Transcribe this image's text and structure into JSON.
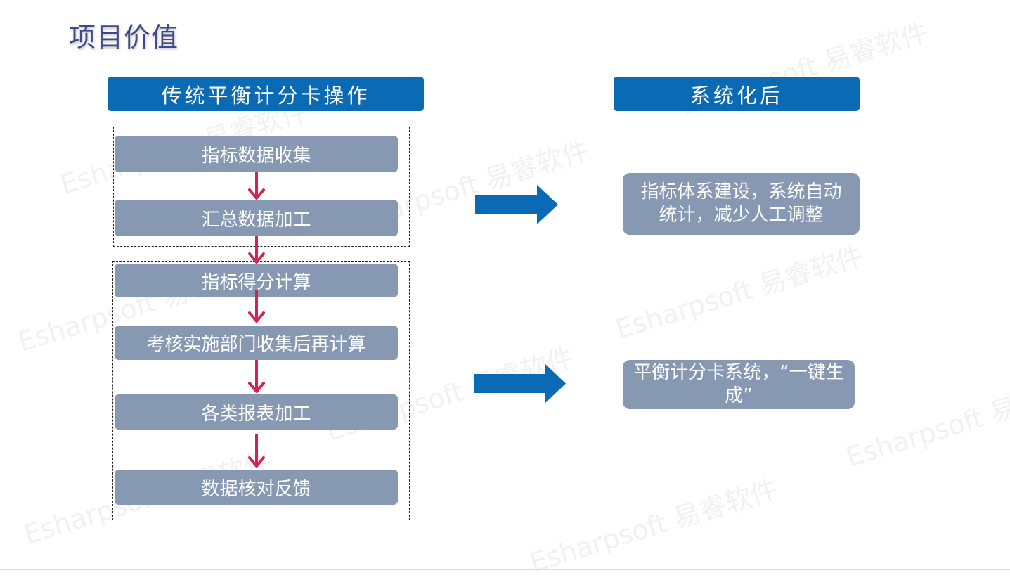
{
  "page_title": "项目价值",
  "watermark_text": "Esharpsoft 易睿软件",
  "left_header": "传统平衡计分卡操作",
  "right_header": "系统化后",
  "steps": [
    "指标数据收集",
    "汇总数据加工",
    "指标得分计算",
    "考核实施部门收集后再计算",
    "各类报表加工",
    "数据核对反馈"
  ],
  "results": [
    "指标体系建设，系统自动统计，减少人工调整",
    "平衡计分卡系统，“一键生成”"
  ],
  "colors": {
    "header_blue": "#0a6ab4",
    "step_gray_blue": "#8798b2",
    "down_arrow_red": "#d4234f",
    "right_arrow_blue": "#0a6ab4",
    "title_color": "#3d4a86"
  }
}
